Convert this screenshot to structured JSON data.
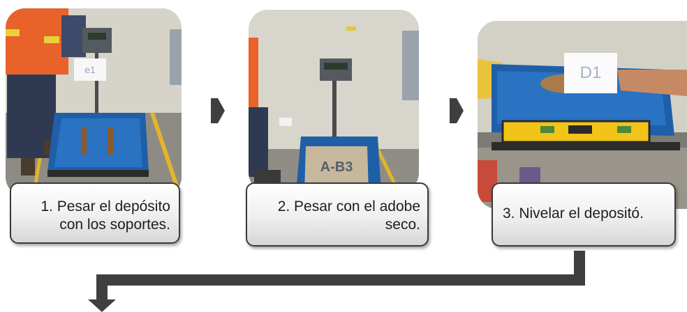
{
  "steps": [
    {
      "line1": "1. Pesar el depósito",
      "line2": "con los soportes.",
      "photo_label": "e1"
    },
    {
      "line1": "2. Pesar con el adobe",
      "line2": "seco.",
      "photo_label": "A-B3"
    },
    {
      "line1": "3. Nivelar el depositó.",
      "line2": "",
      "photo_label": "D1"
    }
  ],
  "colors": {
    "arrow": "#3f3f3f",
    "tray": "#1f5fa8",
    "vest": "#e8622a",
    "level": "#f2c418"
  }
}
